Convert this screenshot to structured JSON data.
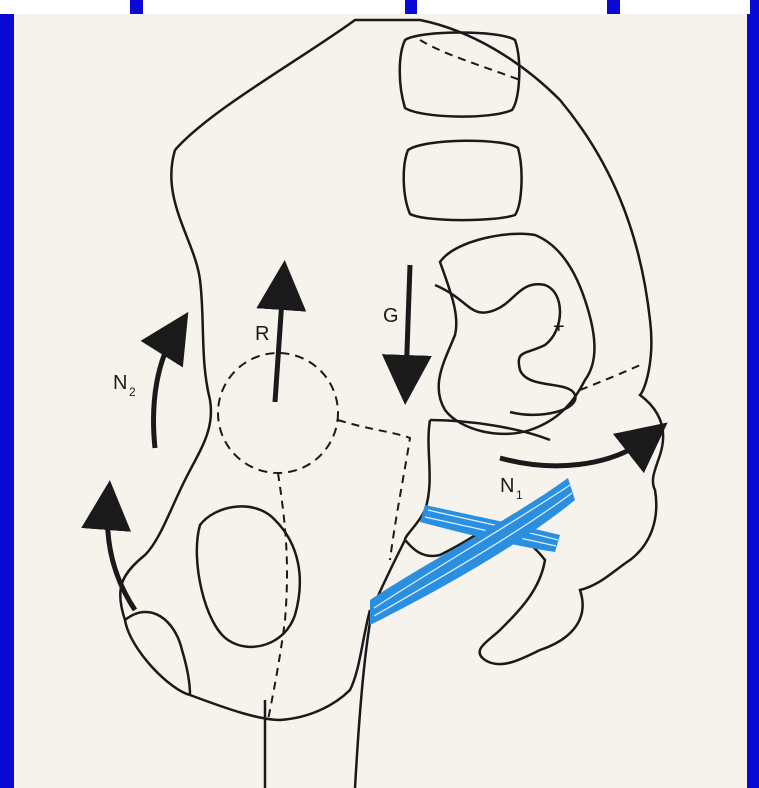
{
  "labels": {
    "r": "R",
    "g": "G",
    "n2_main": "N",
    "n2_sub": "2",
    "n1_main": "N",
    "n1_sub": "1",
    "plus": "+"
  },
  "colors": {
    "frame": "#0a0ad6",
    "paper": "#f6f2ec",
    "outline": "#1a1a1a",
    "ligament": "#2b8fe0"
  }
}
